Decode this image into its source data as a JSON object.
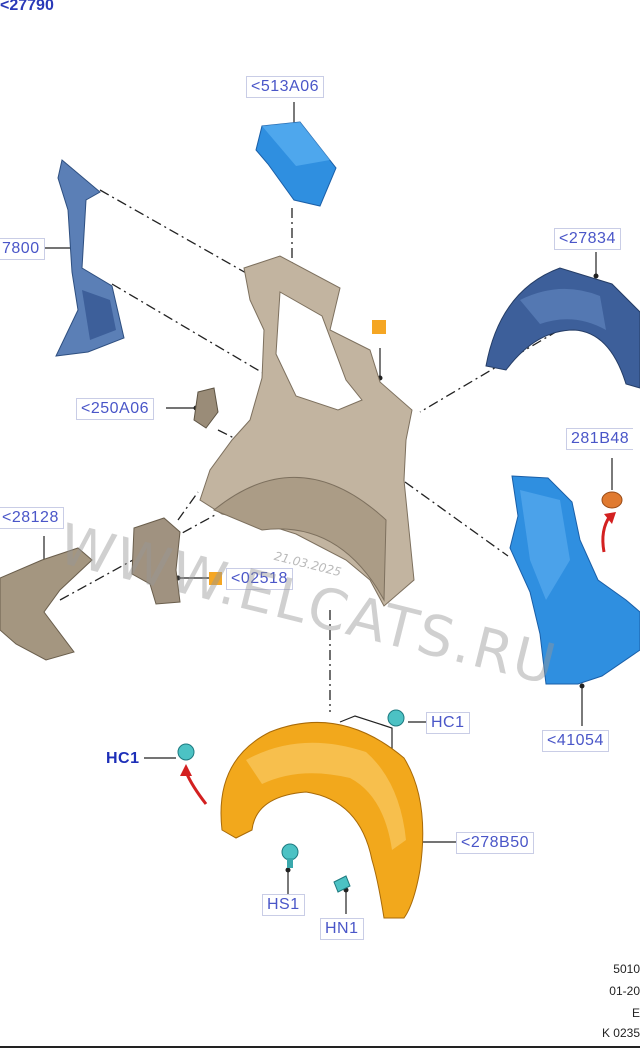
{
  "top_part_id": "<27790",
  "labels": {
    "p513a06": "<513A06",
    "p7800": "7800",
    "p27834": "<27834",
    "p250a06": "<250A06",
    "p281b48": "281B48",
    "p28128": "<28128",
    "p02518": "<02518",
    "p41054": "<41054",
    "hc1_right": "HC1",
    "hc1_left": "HC1",
    "p278b50": "<278B50",
    "hs1": "HS1",
    "hn1": "HN1"
  },
  "watermark": "WWW.ELCATS.RU",
  "date_stamp": "21.03.2025",
  "footer": {
    "line1": "5010",
    "line2": "01-20",
    "line3": "E",
    "line4": "K 0235"
  },
  "colors": {
    "label_text": "#4a56c8",
    "part_blue": "#2f8fe0",
    "part_navy": "#3d5f9a",
    "part_beige": "#b9ab97",
    "part_orange": "#f2a81c",
    "fastener_teal": "#4cc2c4",
    "marker_orange": "#f5a623",
    "arrow_red": "#d32020",
    "plug_orange": "#e07a30"
  }
}
